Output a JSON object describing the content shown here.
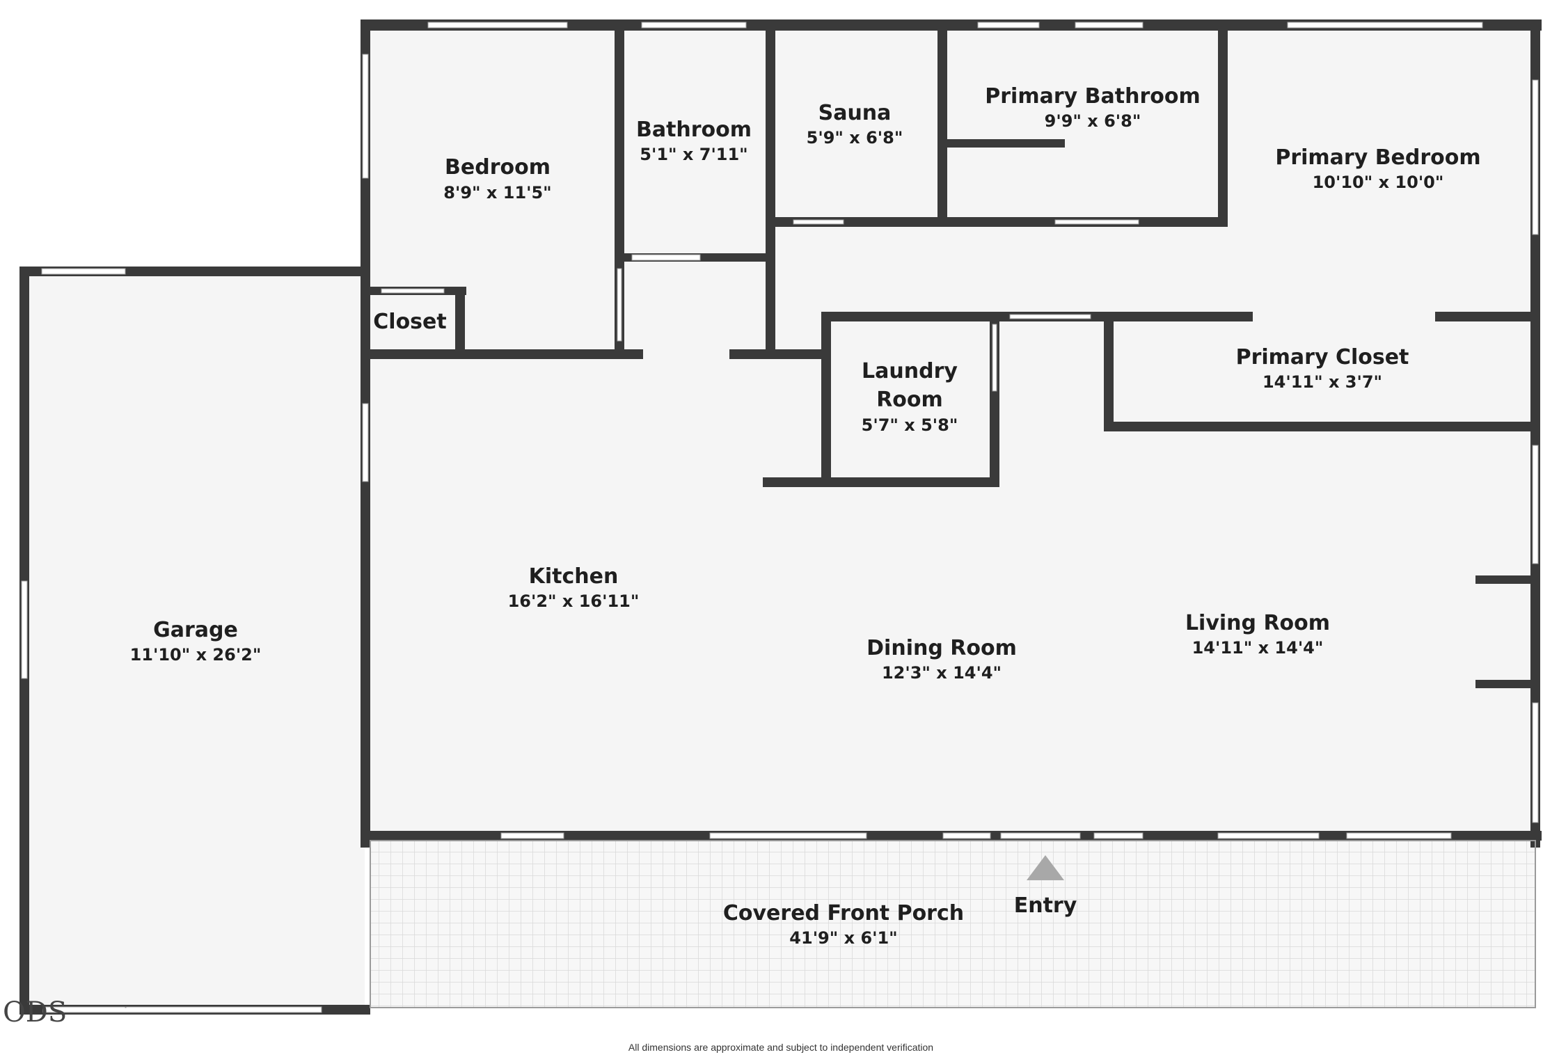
{
  "colors": {
    "wall": "#3a3a3a",
    "floor": "#f5f5f5",
    "porch_tile": "#d9d9d9",
    "window": "#ffffff",
    "entry_arrow": "#a8a8a8"
  },
  "rooms": {
    "bedroom": {
      "name": "Bedroom",
      "dim": "8'9\" x 11'5\""
    },
    "bathroom": {
      "name": "Bathroom",
      "dim": "5'1\" x 7'11\""
    },
    "sauna": {
      "name": "Sauna",
      "dim": "5'9\" x 6'8\""
    },
    "primary_bathroom": {
      "name": "Primary Bathroom",
      "dim": "9'9\" x 6'8\""
    },
    "primary_bedroom": {
      "name": "Primary Bedroom",
      "dim": "10'10\" x 10'0\""
    },
    "closet": {
      "name": "Closet"
    },
    "laundry": {
      "name_line1": "Laundry",
      "name_line2": "Room",
      "dim": "5'7\" x 5'8\""
    },
    "primary_closet": {
      "name": "Primary Closet",
      "dim": "14'11\" x 3'7\""
    },
    "kitchen": {
      "name": "Kitchen",
      "dim": "16'2\" x 16'11\""
    },
    "garage": {
      "name": "Garage",
      "dim": "11'10\" x 26'2\""
    },
    "dining_room": {
      "name": "Dining Room",
      "dim": "12'3\" x 14'4\""
    },
    "living_room": {
      "name": "Living Room",
      "dim": "14'11\" x 14'4\""
    },
    "porch": {
      "name": "Covered Front Porch",
      "dim": "41'9\" x 6'1\""
    }
  },
  "entry_label": "Entry",
  "footer_note": "All dimensions are approximate and subject to independent verification",
  "logo_text": "ODS"
}
